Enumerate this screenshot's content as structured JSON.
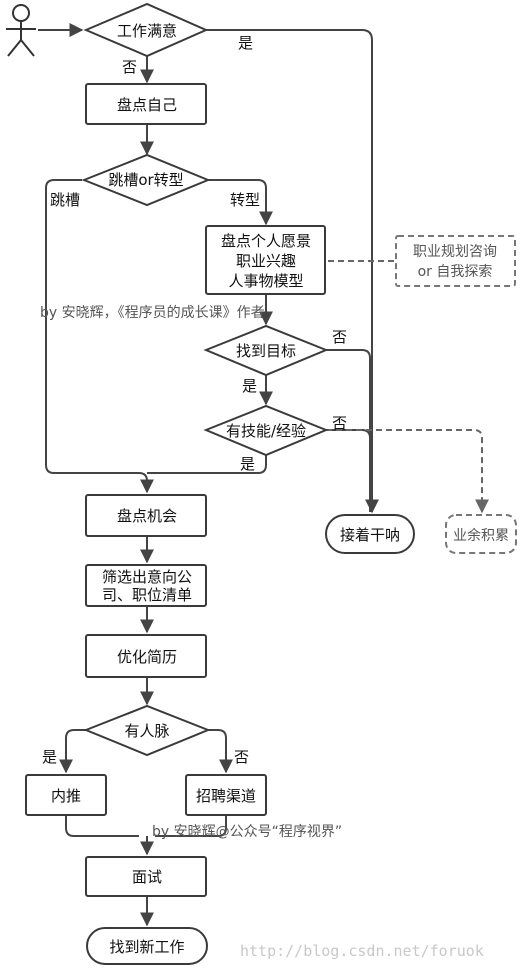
{
  "nodes": {
    "start": "工作满意",
    "self_review": "盘点自己",
    "switch_decision": "跳槽or转型",
    "review_personal_1": "盘点个人愿景",
    "review_personal_2": "职业兴趣",
    "review_personal_3": "人事物模型",
    "career_advice_1": "职业规划咨询",
    "career_advice_2": "or 自我探索",
    "find_goal": "找到目标",
    "has_skills": "有技能/经验",
    "keep_working": "接着干呐",
    "spare_time": "业余积累",
    "review_opportunities": "盘点机会",
    "filter_1": "筛选出意向公",
    "filter_2": "司、职位清单",
    "optimize_resume": "优化简历",
    "has_network": "有人脉",
    "referral": "内推",
    "recruit_channel": "招聘渠道",
    "interview": "面试",
    "new_job": "找到新工作"
  },
  "edges": {
    "yes": "是",
    "no": "否",
    "job_hop": "跳槽",
    "transform": "转型"
  },
  "credits": {
    "author_line": "by 安晓辉，《程序员的成长课》作者",
    "account_line": "by 安晓辉@公众号“程序视界”",
    "watermark": "http://blog.csdn.net/foruok"
  }
}
